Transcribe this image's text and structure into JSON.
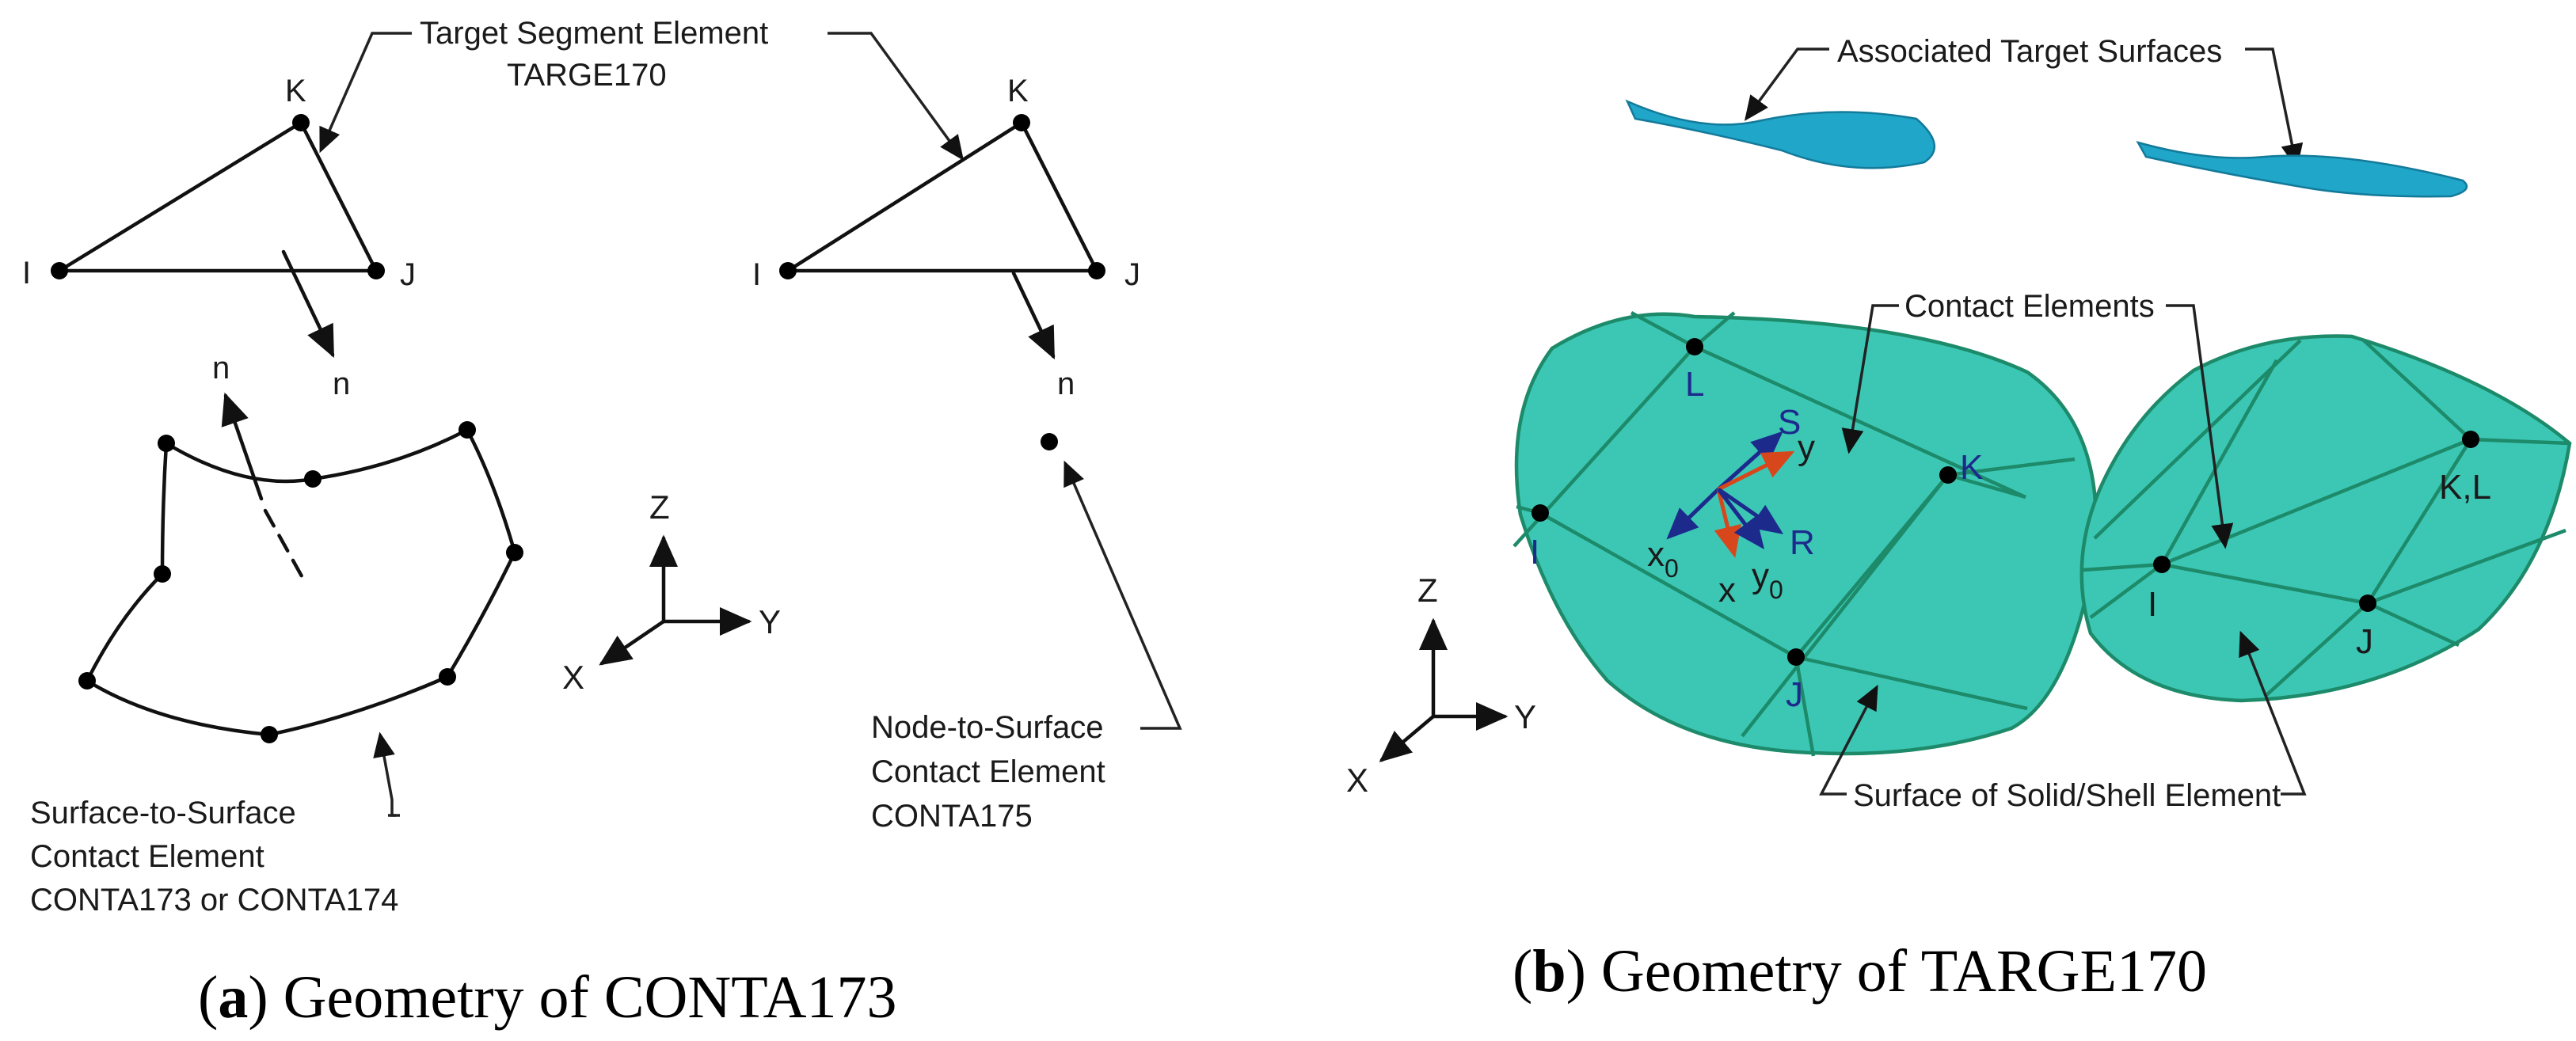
{
  "panel_a": {
    "caption_letter": "a",
    "caption_text": ") Geometry of CONTA173",
    "target_label_line1": "Target Segment Element",
    "target_label_line2": "TARGE170",
    "tri1": {
      "k": "K",
      "i": "I",
      "j": "J",
      "n": "n"
    },
    "tri2": {
      "k": "K",
      "i": "I",
      "j": "J",
      "n": "n"
    },
    "surface_normal": "n",
    "axes": {
      "z": "Z",
      "y": "Y",
      "x": "X"
    },
    "s2s_line1": "Surface-to-Surface",
    "s2s_line2": "Contact Element",
    "s2s_line3": "CONTA173 or CONTA174",
    "n2s_line1": "Node-to-Surface",
    "n2s_line2": "Contact Element",
    "n2s_line3": "CONTA175"
  },
  "panel_b": {
    "caption_letter": "b",
    "caption_text": ") Geometry of TARGE170",
    "assoc_label": "Associated Target Surfaces",
    "contact_label": "Contact Elements",
    "surface_label": "Surface of Solid/Shell Element",
    "left_nodes": {
      "i": "I",
      "j": "J",
      "k": "K",
      "l": "L"
    },
    "right_nodes": {
      "i": "I",
      "j": "J",
      "kl": "K,L"
    },
    "local_axes": {
      "s": "S",
      "y": "y",
      "r": "R",
      "x": "x",
      "x0": "x",
      "y0": "y",
      "sub0": "0"
    },
    "axes": {
      "z": "Z",
      "y": "Y",
      "x": "X"
    },
    "colors": {
      "surface_fill": "#3cc7b5",
      "surface_edge": "#1d8a6a",
      "target_fill": "#1fa6c8",
      "node_label": "#1c2a8c",
      "vector_red": "#d8461c",
      "vector_blue": "#1c2a8c"
    }
  }
}
